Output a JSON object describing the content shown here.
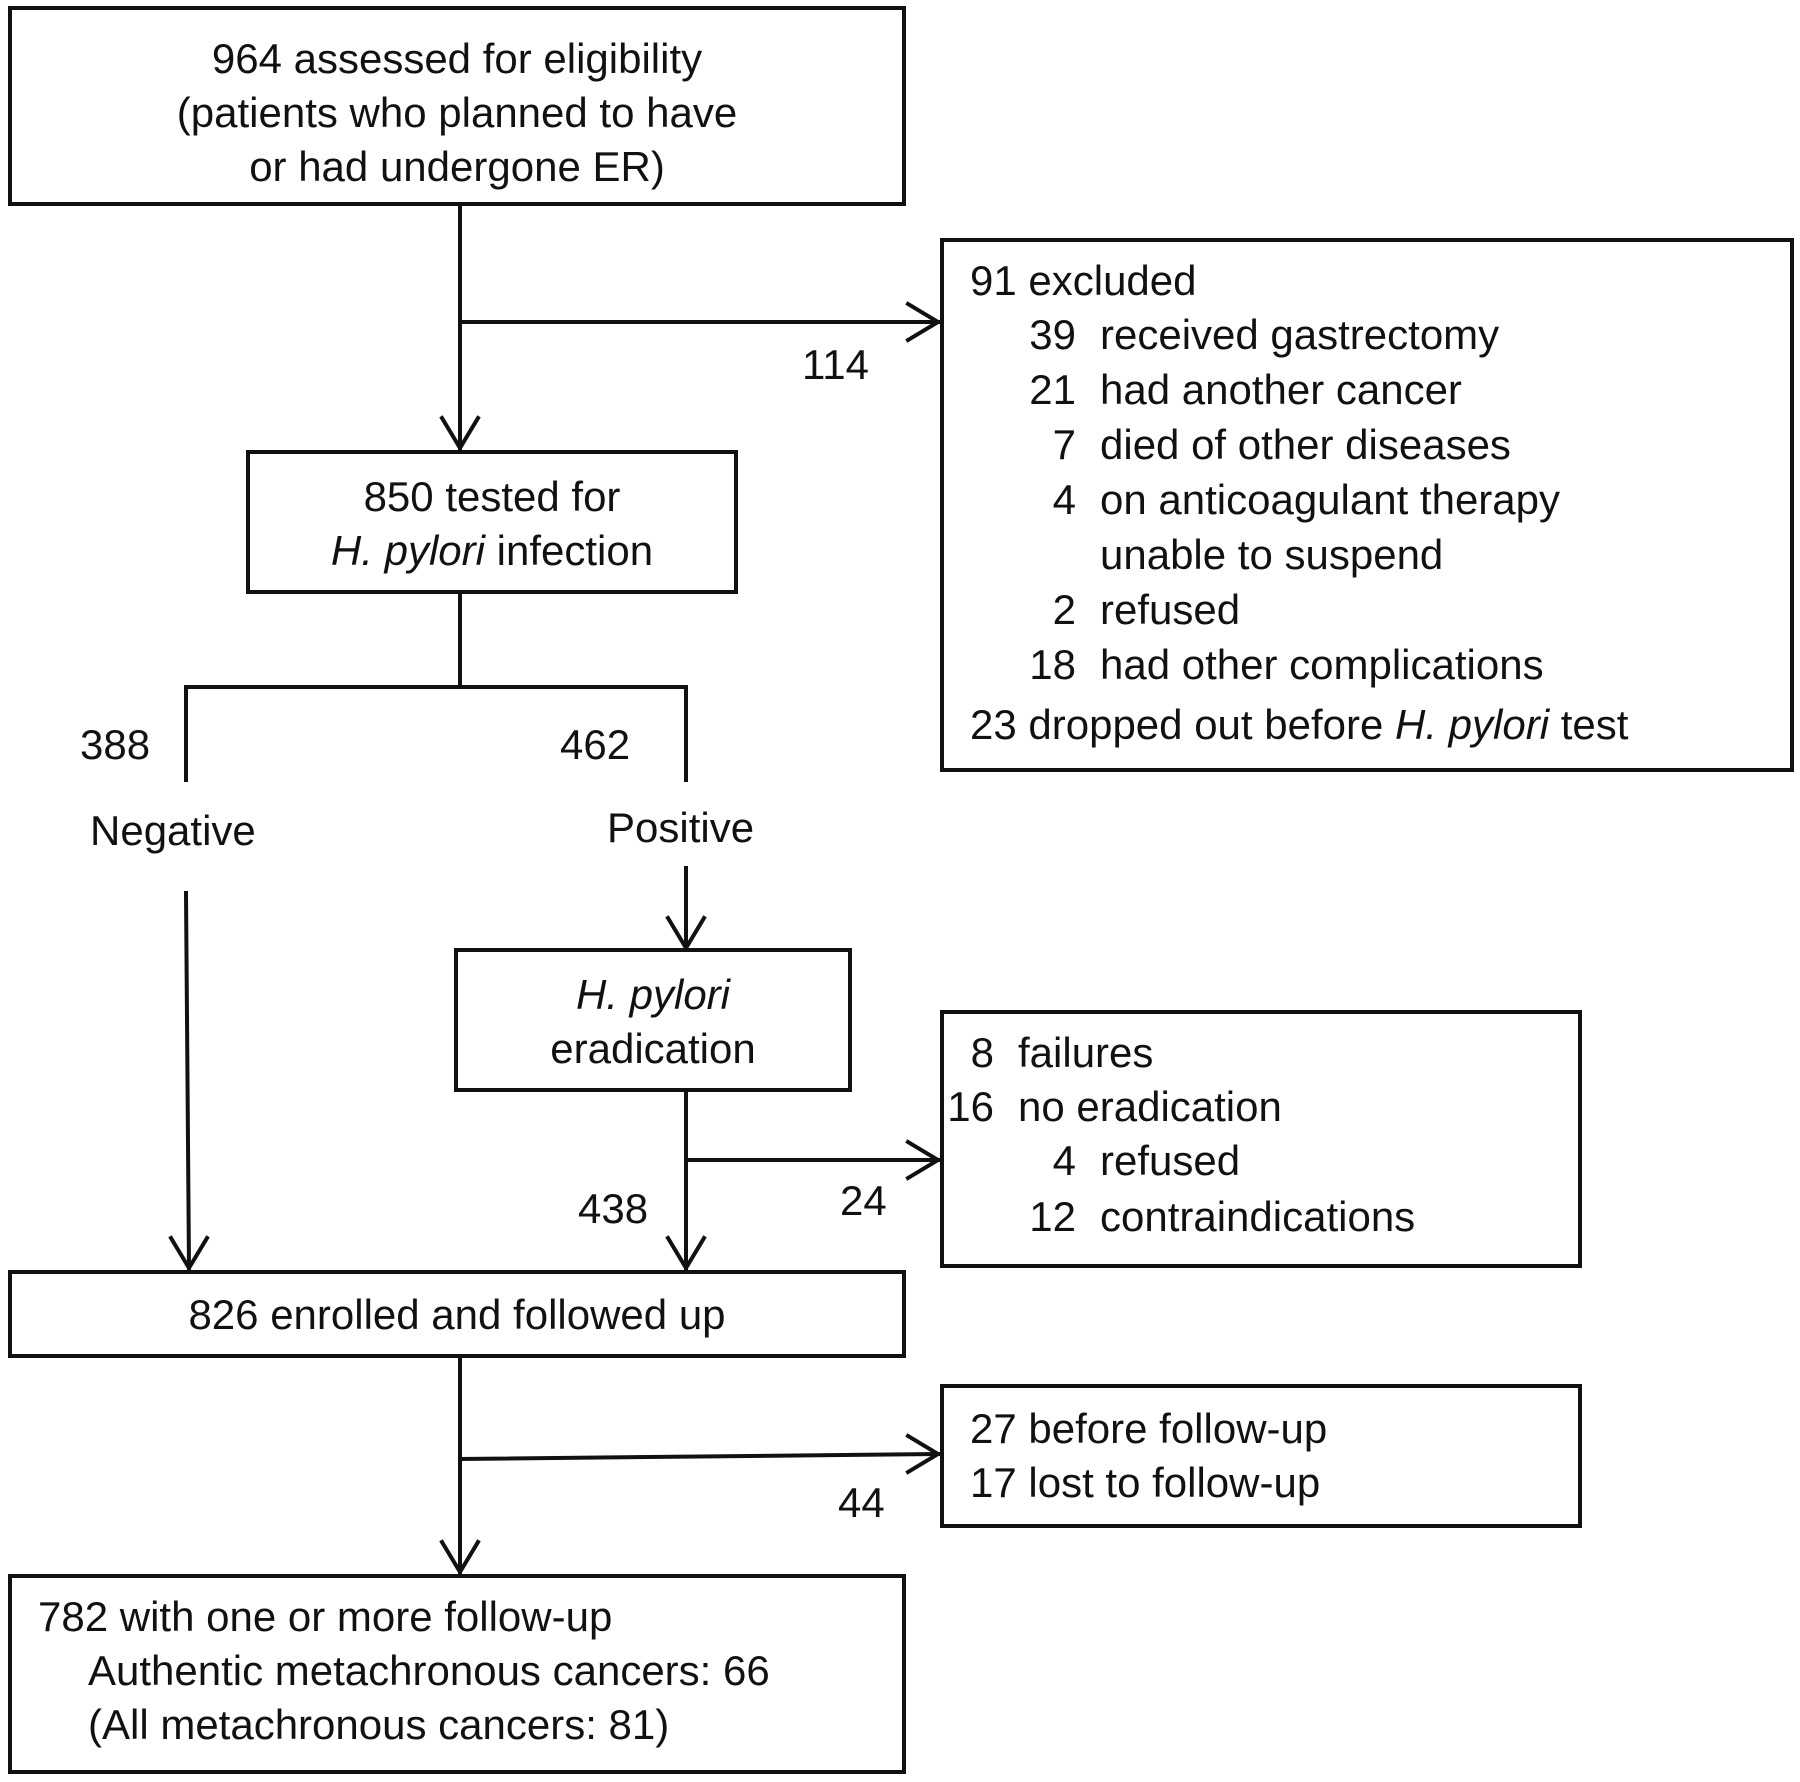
{
  "eligibility": {
    "line1": "964 assessed for eligibility",
    "line2": "(patients who planned to have",
    "line3": "or had undergone ER)"
  },
  "excluded_box": {
    "heading": "91 excluded",
    "reasons": [
      {
        "n": "39",
        "text": "received gastrectomy"
      },
      {
        "n": "21",
        "text": "had another cancer"
      },
      {
        "n": "7",
        "text": "died of other diseases"
      },
      {
        "n": "4",
        "text": "on anticoagulant therapy"
      },
      {
        "n": "",
        "text": "unable to suspend"
      },
      {
        "n": "2",
        "text": "refused"
      },
      {
        "n": "18",
        "text": "had other complications"
      }
    ],
    "dropout_prefix": "23 dropped out before ",
    "dropout_italic": "H. pylori",
    "dropout_suffix": " test"
  },
  "excluded_count": "114",
  "tested": {
    "line1": "850 tested for",
    "italic": "H. pylori",
    "suffix": " infection"
  },
  "negative": {
    "count": "388",
    "label": "Negative"
  },
  "positive": {
    "count": "462",
    "label": "Positive"
  },
  "eradication": {
    "italic": "H. pylori",
    "line2": "eradication"
  },
  "no_eradication_box": {
    "rows": [
      {
        "n": "8",
        "text": "failures"
      },
      {
        "n": "16",
        "text": "no eradication"
      }
    ],
    "subrows": [
      {
        "n": "4",
        "text": "refused"
      },
      {
        "n": "12",
        "text": "contraindications"
      }
    ]
  },
  "eradicated_count": "438",
  "no_eradication_count": "24",
  "enrolled": {
    "text": "826 enrolled and followed up"
  },
  "loss_box": {
    "line1": "27 before follow-up",
    "line2": "17 lost to follow-up"
  },
  "loss_count": "44",
  "final": {
    "line1": "782 with one or more follow-up",
    "line2": "Authentic metachronous cancers: 66",
    "line3": "(All metachronous cancers: 81)"
  }
}
